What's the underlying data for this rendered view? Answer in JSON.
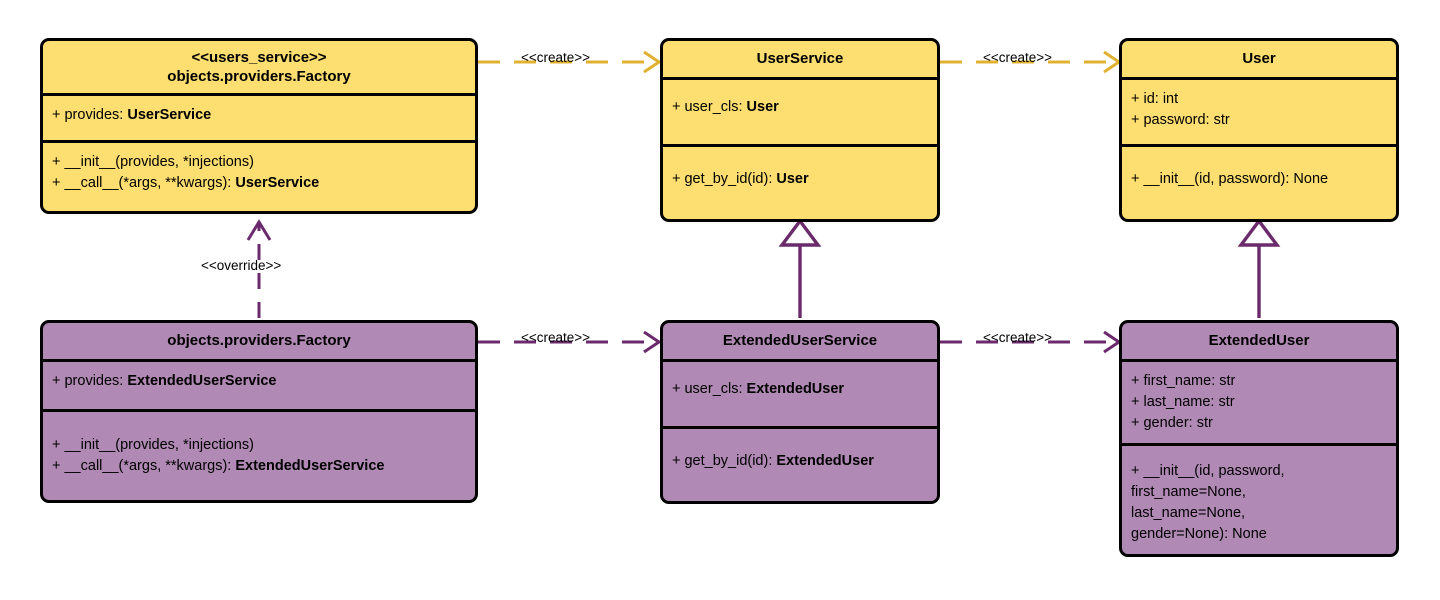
{
  "diagram": {
    "title": "UML class diagram - dependency injection providers",
    "colors": {
      "yellow_fill": "#FDDE70",
      "purple_fill": "#B189B5",
      "yellow_edge": "#E0B030",
      "purple_edge": "#6B2A6B",
      "border": "#000000",
      "background": "#FFFFFF"
    }
  },
  "classes": [
    {
      "id": "users-service-factory",
      "stereotype": "<<users_service>>",
      "name": "objects.providers.Factory",
      "attributes": [
        {
          "prefix": "+ provides: ",
          "type": "UserService"
        }
      ],
      "methods": [
        {
          "prefix": "+ __init__(provides, *injections)",
          "type": ""
        },
        {
          "prefix": "+ __call__(*args, **kwargs): ",
          "type": "UserService"
        }
      ]
    },
    {
      "id": "user-service",
      "stereotype": "",
      "name": "UserService",
      "attributes": [
        {
          "prefix": "+ user_cls: ",
          "type": "User"
        }
      ],
      "methods": [
        {
          "prefix": "+ get_by_id(id): ",
          "type": "User"
        }
      ]
    },
    {
      "id": "user",
      "stereotype": "",
      "name": "User",
      "attributes": [
        {
          "prefix": "+ id: int",
          "type": ""
        },
        {
          "prefix": "+ password: str",
          "type": ""
        }
      ],
      "methods": [
        {
          "prefix": "+ __init__(id, password): None",
          "type": ""
        }
      ]
    },
    {
      "id": "extended-factory",
      "stereotype": "",
      "name": "objects.providers.Factory",
      "attributes": [
        {
          "prefix": "+ provides: ",
          "type": "ExtendedUserService"
        }
      ],
      "methods": [
        {
          "prefix": "+ __init__(provides, *injections)",
          "type": ""
        },
        {
          "prefix": "+ __call__(*args, **kwargs): ",
          "type": "ExtendedUserService"
        }
      ]
    },
    {
      "id": "extended-user-service",
      "stereotype": "",
      "name": "ExtendedUserService",
      "attributes": [
        {
          "prefix": "+ user_cls: ",
          "type": "ExtendedUser"
        }
      ],
      "methods": [
        {
          "prefix": "+ get_by_id(id): ",
          "type": "ExtendedUser"
        }
      ]
    },
    {
      "id": "extended-user",
      "stereotype": "",
      "name": "ExtendedUser",
      "attributes": [
        {
          "prefix": "+ first_name: str",
          "type": ""
        },
        {
          "prefix": "+ last_name: str",
          "type": ""
        },
        {
          "prefix": "+ gender: str",
          "type": ""
        }
      ],
      "methods": [
        {
          "prefix": "+ __init__(id, password,",
          "type": ""
        },
        {
          "prefix": "first_name=None,",
          "type": ""
        },
        {
          "prefix": "last_name=None,",
          "type": ""
        },
        {
          "prefix": "gender=None): None",
          "type": ""
        }
      ]
    }
  ],
  "relations": [
    {
      "id": "create-top-left",
      "label": "<<create>>",
      "kind": "dependency",
      "color": "#E0B030"
    },
    {
      "id": "create-top-right",
      "label": "<<create>>",
      "kind": "dependency",
      "color": "#E0B030"
    },
    {
      "id": "create-bottom-left",
      "label": "<<create>>",
      "kind": "dependency",
      "color": "#6B2A6B"
    },
    {
      "id": "create-bottom-right",
      "label": "<<create>>",
      "kind": "dependency",
      "color": "#6B2A6B"
    },
    {
      "id": "override",
      "label": "<<override>>",
      "kind": "dependency",
      "color": "#6B2A6B"
    },
    {
      "id": "generalization-service",
      "label": "",
      "kind": "generalization",
      "color": "#6B2A6B"
    },
    {
      "id": "generalization-user",
      "label": "",
      "kind": "generalization",
      "color": "#6B2A6B"
    }
  ]
}
